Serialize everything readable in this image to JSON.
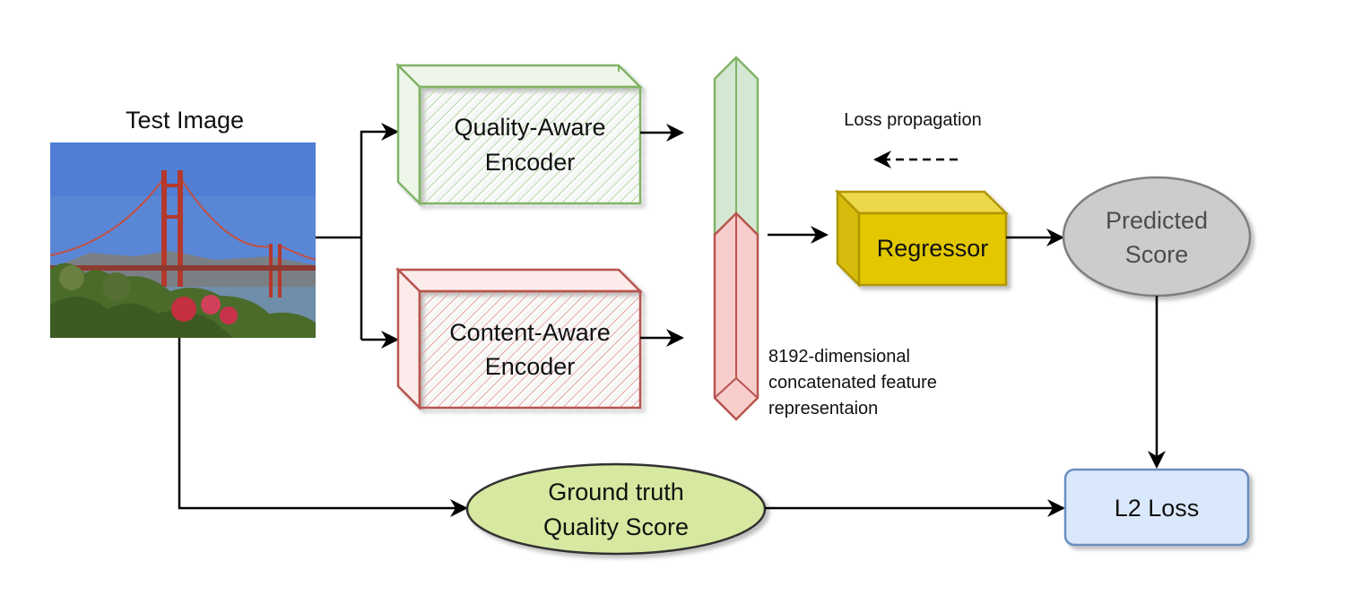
{
  "test_image": {
    "label": "Test Image"
  },
  "quality_encoder": {
    "line1": "Quality-Aware",
    "line2": "Encoder"
  },
  "content_encoder": {
    "line1": "Content-Aware",
    "line2": "Encoder"
  },
  "feature_vector": {
    "caption_line1": "8192-dimensional",
    "caption_line2": "concatenated feature",
    "caption_line3": "representaion"
  },
  "loss_propagation": {
    "label": "Loss propagation"
  },
  "regressor": {
    "label": "Regressor"
  },
  "predicted_score": {
    "line1": "Predicted",
    "line2": "Score"
  },
  "ground_truth": {
    "line1": "Ground truth",
    "line2": "Quality Score"
  },
  "l2_loss": {
    "label": "L2 Loss"
  },
  "colors": {
    "quality_stroke": "#82b366",
    "quality_fill": "#d5e8d4",
    "content_stroke": "#b85450",
    "content_fill": "#f8cecc",
    "regressor_fill": "#e3c800",
    "regressor_stroke": "#b09500",
    "predicted_fill": "#cccccc",
    "predicted_stroke": "#7f7f7f",
    "ground_fill": "#d7e9a0",
    "ground_stroke": "#333333",
    "l2_fill": "#dae8fc",
    "l2_stroke": "#6c8ebf"
  }
}
